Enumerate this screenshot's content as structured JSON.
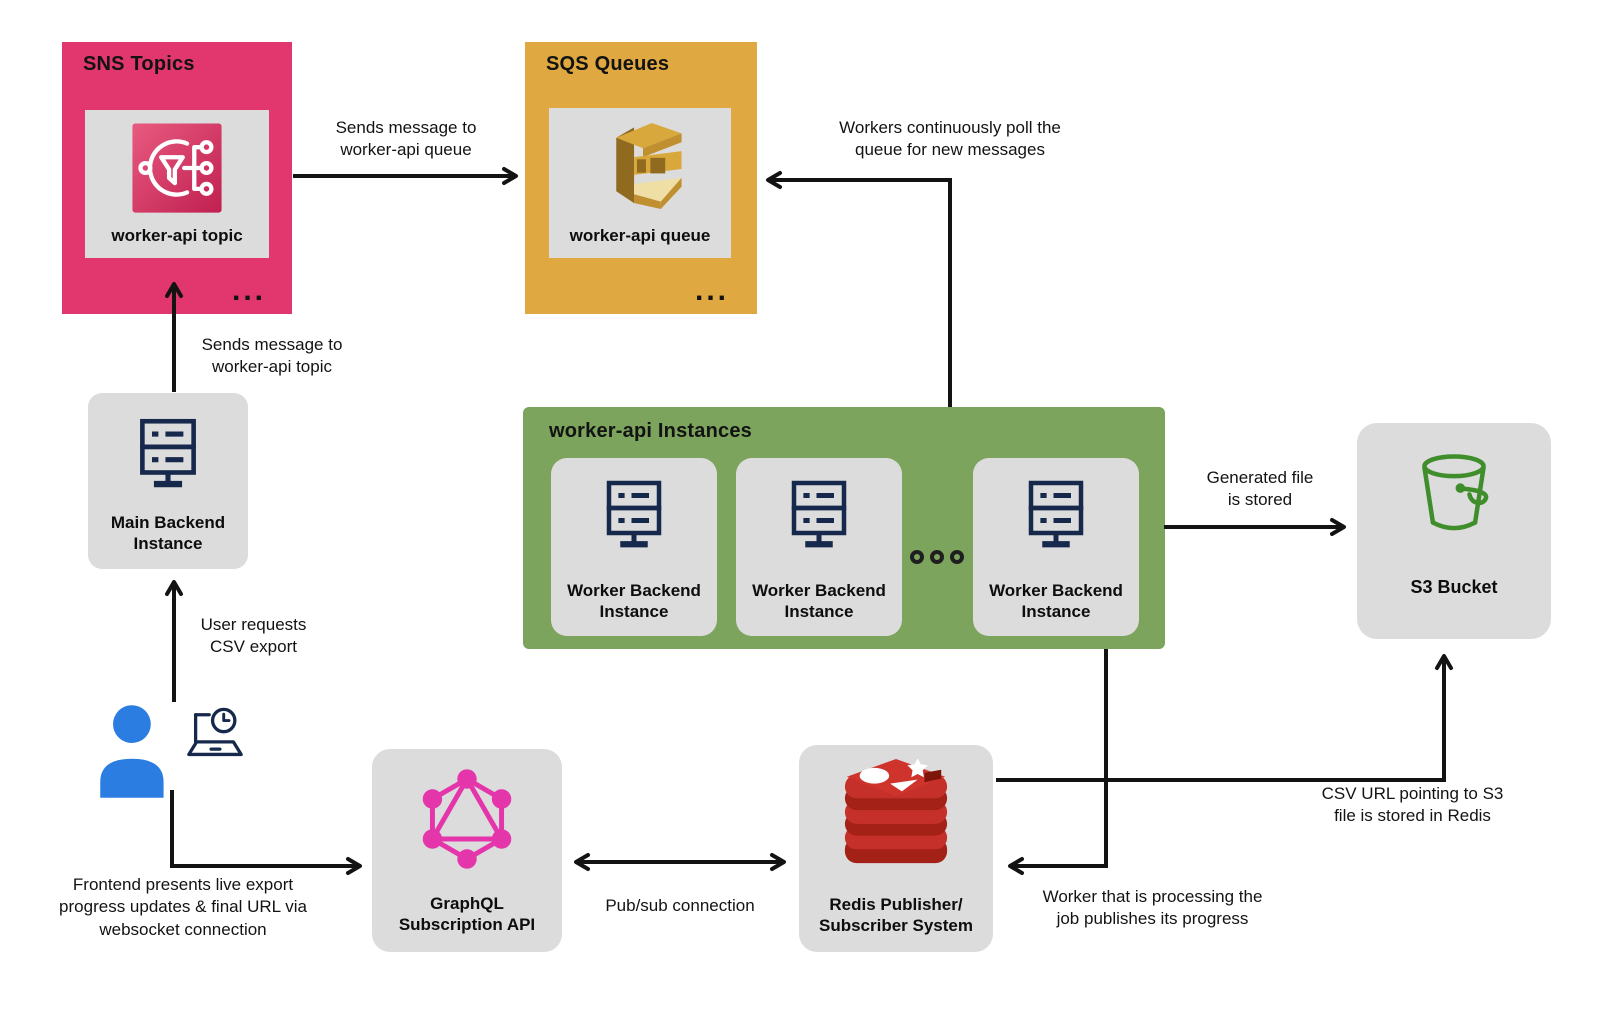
{
  "colors": {
    "sns_pink": "#E1376E",
    "sns_icon_light": "#E85A80",
    "sns_icon_dark": "#C02050",
    "sqs_gold": "#DFA841",
    "sqs_icon_dark": "#8F6A1F",
    "sqs_icon_mid": "#C08F2F",
    "sqs_icon_main": "#D9A83C",
    "sqs_icon_light": "#F0DFA4",
    "workers_green": "#7CA45C",
    "node_gray": "#DCDCDC",
    "server_navy": "#16294D",
    "user_blue": "#2B7DE1",
    "s3_green": "#3F8E2B",
    "graphql_pink": "#E535AB",
    "redis_red": "#C6302B",
    "redis_red_dark": "#A32117",
    "arrow_black": "#131313"
  },
  "nodes": {
    "sns": {
      "title": "SNS Topics",
      "item": "worker-api topic",
      "more": "..."
    },
    "sqs": {
      "title": "SQS Queues",
      "item": "worker-api queue",
      "more": "..."
    },
    "main_backend": {
      "label": "Main Backend\nInstance"
    },
    "workers": {
      "title": "worker-api Instances",
      "instances": [
        "Worker Backend\nInstance",
        "Worker Backend\nInstance",
        "Worker Backend\nInstance"
      ]
    },
    "s3": {
      "label": "S3 Bucket"
    },
    "graphql": {
      "label": "GraphQL\nSubscription API"
    },
    "redis": {
      "label": "Redis Publisher/\nSubscriber System"
    }
  },
  "annotations": {
    "sns_to_sqs": "Sends message to\nworker-api queue",
    "poll_queue": "Workers continuously poll the\nqueue for new messages",
    "backend_to_topic": "Sends message to\nworker-api topic",
    "user_request": "User requests\nCSV export",
    "generated_file": "Generated file\nis stored",
    "frontend_websocket": "Frontend presents live export\nprogress updates & final URL via\nwebsocket connection",
    "pubsub": "Pub/sub connection",
    "worker_progress": "Worker that is processing the\njob publishes its progress",
    "csv_url": "CSV URL pointing to S3\nfile is stored in Redis"
  }
}
